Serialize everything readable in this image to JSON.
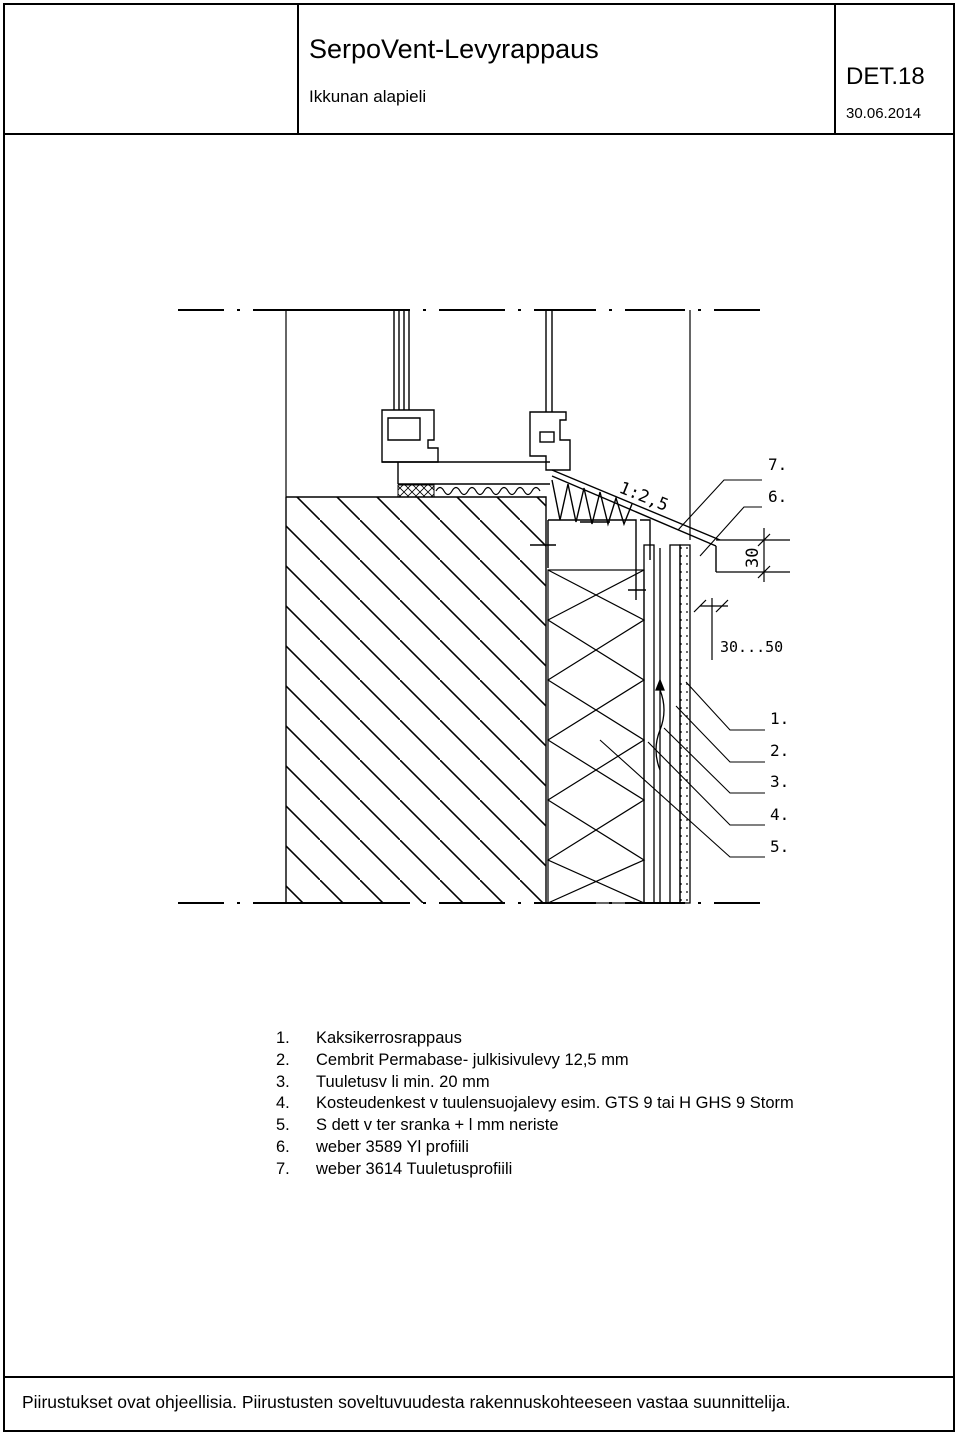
{
  "header": {
    "title": "SerpoVent-Levyrappaus",
    "subtitle": "Ikkunan alapieli",
    "code": "DET.18",
    "date": "30.06.2014"
  },
  "drawing": {
    "slope_label": "1:2,5",
    "dim_gap": "30",
    "dim_distance": "30...50",
    "callouts_top": [
      "7.",
      "6."
    ],
    "callouts_bottom": [
      "1.",
      "2.",
      "3.",
      "4.",
      "5."
    ]
  },
  "legend": [
    {
      "num": "1.",
      "text": "Kaksikerrosrappaus"
    },
    {
      "num": "2.",
      "text": "Cembrit Permabase- julkisivulevy 12,5 mm"
    },
    {
      "num": "3.",
      "text": "Tuuletusv li min. 20 mm"
    },
    {
      "num": "4.",
      "text": "Kosteudenkest v tuulensuojalevy esim. GTS 9 tai H GHS 9 Storm"
    },
    {
      "num": "5.",
      "text": "S dett v ter sranka + l mm neriste"
    },
    {
      "num": "6.",
      "text": "weber 3589 Yl profiili"
    },
    {
      "num": "7.",
      "text": "weber 3614 Tuuletusprofiili"
    }
  ],
  "footer": {
    "note": "Piirustukset ovat ohjeellisia. Piirustusten soveltuvuudesta rakennuskohteeseen vastaa suunnittelija."
  }
}
